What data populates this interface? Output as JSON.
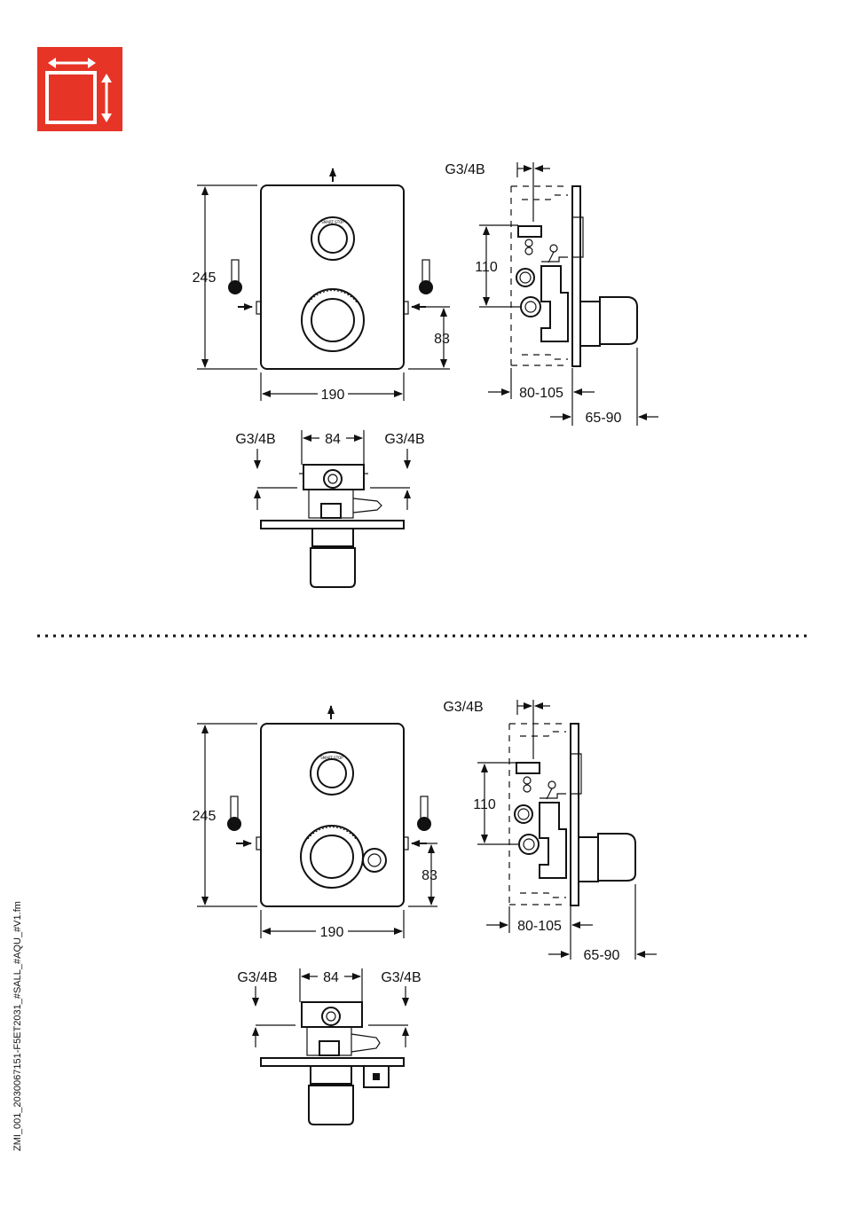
{
  "doc_id": "ZMI_001_2030067151-F5ET2031_#SALL_#AQU_#V1.fm",
  "icon": {
    "name": "dimensions-icon",
    "color": "#e63427"
  },
  "variant_top": {
    "front": {
      "height": "245",
      "width": "190",
      "offset": "83"
    },
    "side": {
      "connection": "G3/4B",
      "spacing": "110",
      "depth_range": "80-105",
      "projection_range": "65-90"
    },
    "bottom": {
      "left_connection": "G3/4B",
      "center_distance": "84",
      "right_connection": "G3/4B"
    }
  },
  "variant_bottom": {
    "front": {
      "height": "245",
      "width": "190",
      "offset": "83"
    },
    "side": {
      "connection": "G3/4B",
      "spacing": "110",
      "depth_range": "80-105",
      "projection_range": "65-90"
    },
    "bottom": {
      "left_connection": "G3/4B",
      "center_distance": "84",
      "right_connection": "G3/4B"
    }
  }
}
